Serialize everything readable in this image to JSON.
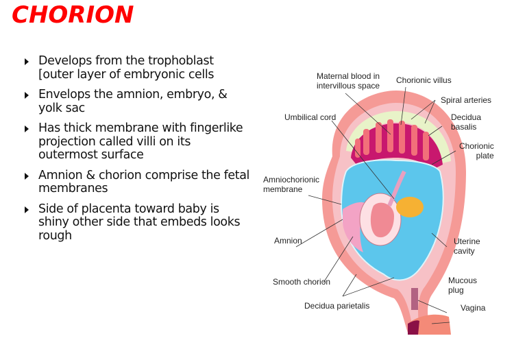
{
  "slide": {
    "title": "CHORION",
    "title_color": "#ff0000",
    "bullets": [
      "Develops from the trophoblast [outer layer of embryonic cells",
      "Envelops the amnion, embryo, & yolk sac",
      "Has thick membrane with fingerlike projection called villi on its outermost surface",
      "Amnion & chorion comprise the fetal membranes",
      "Side of placenta toward baby is shiny other side that embeds looks rough"
    ],
    "bullet_icon": "triangle-right-icon"
  },
  "diagram": {
    "labels": {
      "maternal_blood": "Maternal blood in\nintervillous space",
      "chorionic_villus": "Chorionic villus",
      "spiral_arteries": "Spiral arteries",
      "decidua_basalis": "Decidua\nbasalis",
      "umbilical_cord": "Umbilical cord",
      "chorionic_plate": "Chorionic\nplate",
      "amniochorionic_membrane": "Amniochorionic\nmembrane",
      "amnion": "Amnion",
      "uterine_cavity": "Uterine\ncavity",
      "smooth_chorion": "Smooth chorion",
      "mucous_plug": "Mucous\nplug",
      "decidua_parietalis": "Decidua parietalis",
      "vagina": "Vagina"
    },
    "colors": {
      "uterine_wall": "#f59a96",
      "decidua": "#f7c1c6",
      "amniotic_fluid": "#5cc6ec",
      "placenta": "#c8186e",
      "villi": "#f2707a",
      "yolk_sac": "#f6b133",
      "embryo": "#f08a94",
      "basalis_band": "#e8f3c8"
    }
  }
}
